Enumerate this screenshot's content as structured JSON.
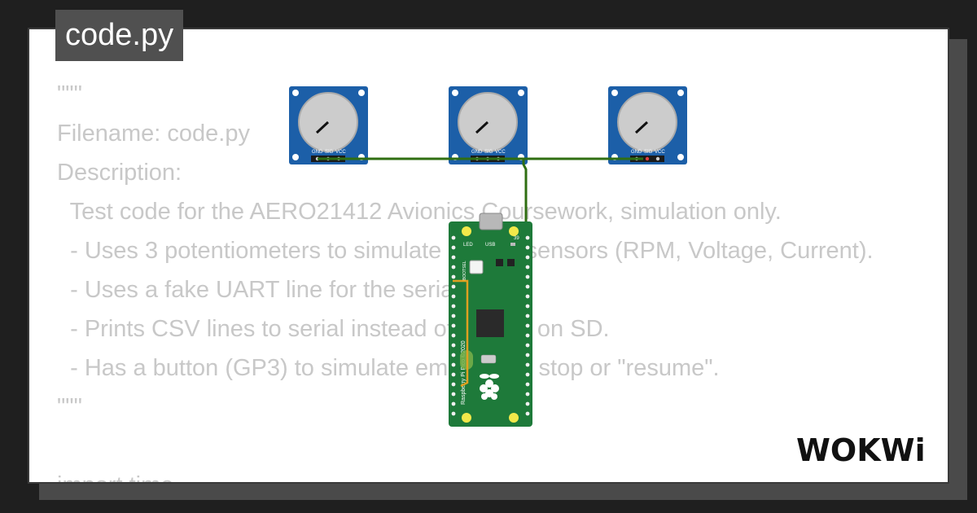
{
  "file_tab": {
    "label": "code.py"
  },
  "code_lines": [
    "\"\"\"",
    "Filename: code.py",
    "Description:",
    "  Test code for the AERO21412 Avionics Coursework, simulation only.",
    "  - Uses 3 potentiometers to simulate analog sensors (RPM, Voltage, Current).",
    "  - Uses a fake UART line for the serial data.",
    "  - Prints CSV lines to serial instead of storing on SD.",
    "  - Has a button (GP3) to simulate emergency stop or \"resume\".",
    "\"\"\"",
    "",
    "import time"
  ],
  "potentiometers": [
    {
      "pins": [
        "GND",
        "SIG",
        "VCC"
      ]
    },
    {
      "pins": [
        "GND",
        "SIG",
        "VCC"
      ]
    },
    {
      "pins": [
        "GND",
        "SIG",
        "VCC"
      ]
    }
  ],
  "pico": {
    "usb_label": "USB",
    "led_label": "LED",
    "board_text": "Raspberry Pi Pico ©2020",
    "bootsel_label": "BOOTSEL",
    "pin_label": "39"
  },
  "brand": {
    "logo_text": "WOKWi"
  },
  "colors": {
    "pcb_blue": "#1c5fa8",
    "pcb_green": "#1e7a3a",
    "wire_green": "#2f6e12",
    "wire_orange": "#e0a020",
    "knob_gray": "#cccccc"
  }
}
